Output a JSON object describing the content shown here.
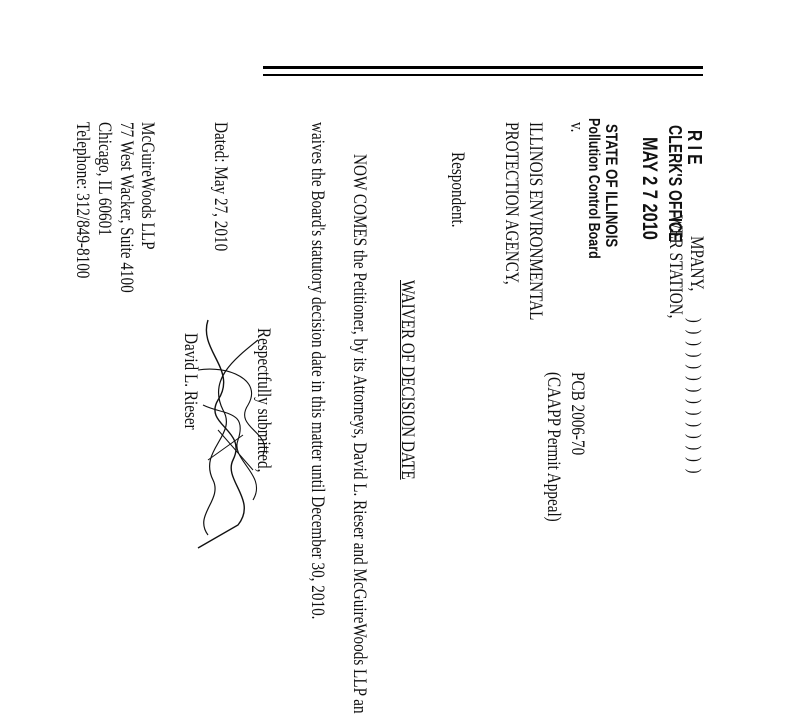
{
  "stamp": {
    "partial": "R   I E",
    "clerks_office": "CLERK'S OFFICE",
    "date": "MAY 2 7 2010",
    "state": "STATE OF ILLINOIS",
    "board": "Pollution Control Board"
  },
  "caption": {
    "petitioner_line1": "MPANY,",
    "petitioner_line2": "WER STATION,",
    "versus": "v.",
    "respondent_line1": "ILLINOIS ENVIRONMENTAL",
    "respondent_line2": "PROTECTION AGENCY,",
    "respondent_role": "Respondent.",
    "bracket": ") ) ) ) ) ) ) ) ) ) ) ) ) )",
    "case_number": "PCB 2006-70",
    "case_type": "(CAAPP Permit Appeal)"
  },
  "title": "WAIVER OF DECISION DATE",
  "body": {
    "line1": "NOW COMES the Petitioner, by its Attorneys, David L. Rieser and McGuireWoods LLP an",
    "line2": "waives the Board's statutory decision date in this matter until December 30, 2010."
  },
  "signature": {
    "closing": "Respectfully submitted,",
    "name": "David L. Rieser"
  },
  "dated": "Dated: May 27, 2010",
  "firm": {
    "name": "McGuireWoods LLP",
    "street": "77 West Wacker, Suite 4100",
    "city": "Chicago, IL 60601",
    "phone": "Telephone: 312/849-8100"
  }
}
